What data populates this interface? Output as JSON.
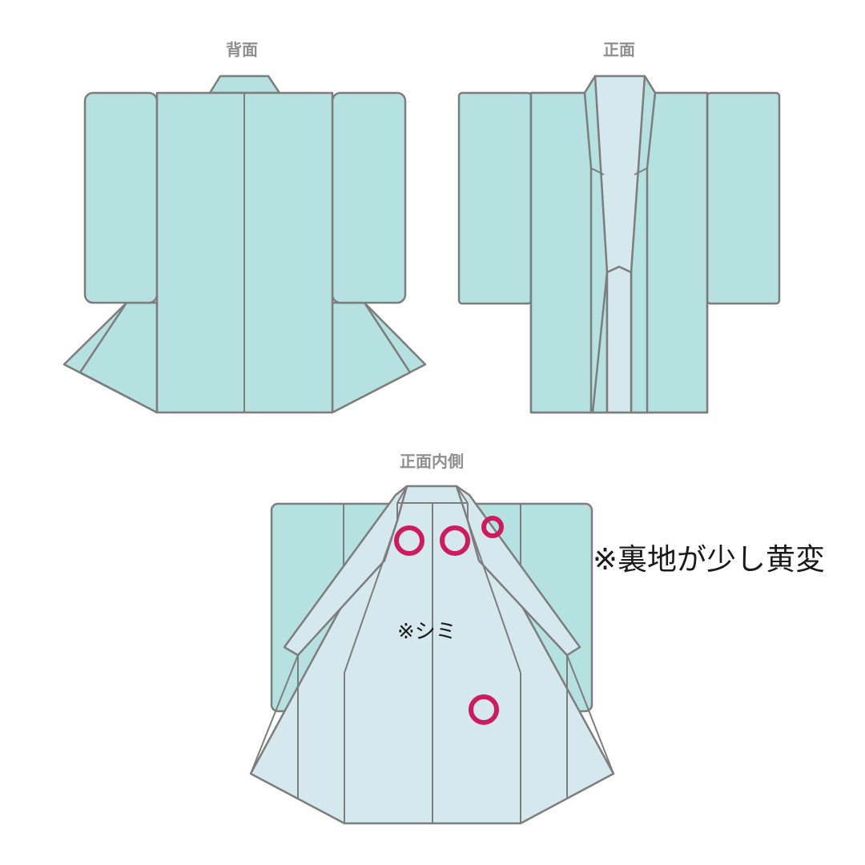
{
  "views": {
    "back_label": "背面",
    "front_label": "正面",
    "inside_label": "正面内側"
  },
  "notes": {
    "lining": "※裏地が少し黄変",
    "stain": "※シミ"
  },
  "colors": {
    "outer_fabric": "#b5e1e0",
    "lining_fabric": "#d5e8ee",
    "outline": "#7d7d7d",
    "stain_marker": "#cf1a5e",
    "label_text": "#8f8f8f"
  },
  "stain_markers_count": 4
}
